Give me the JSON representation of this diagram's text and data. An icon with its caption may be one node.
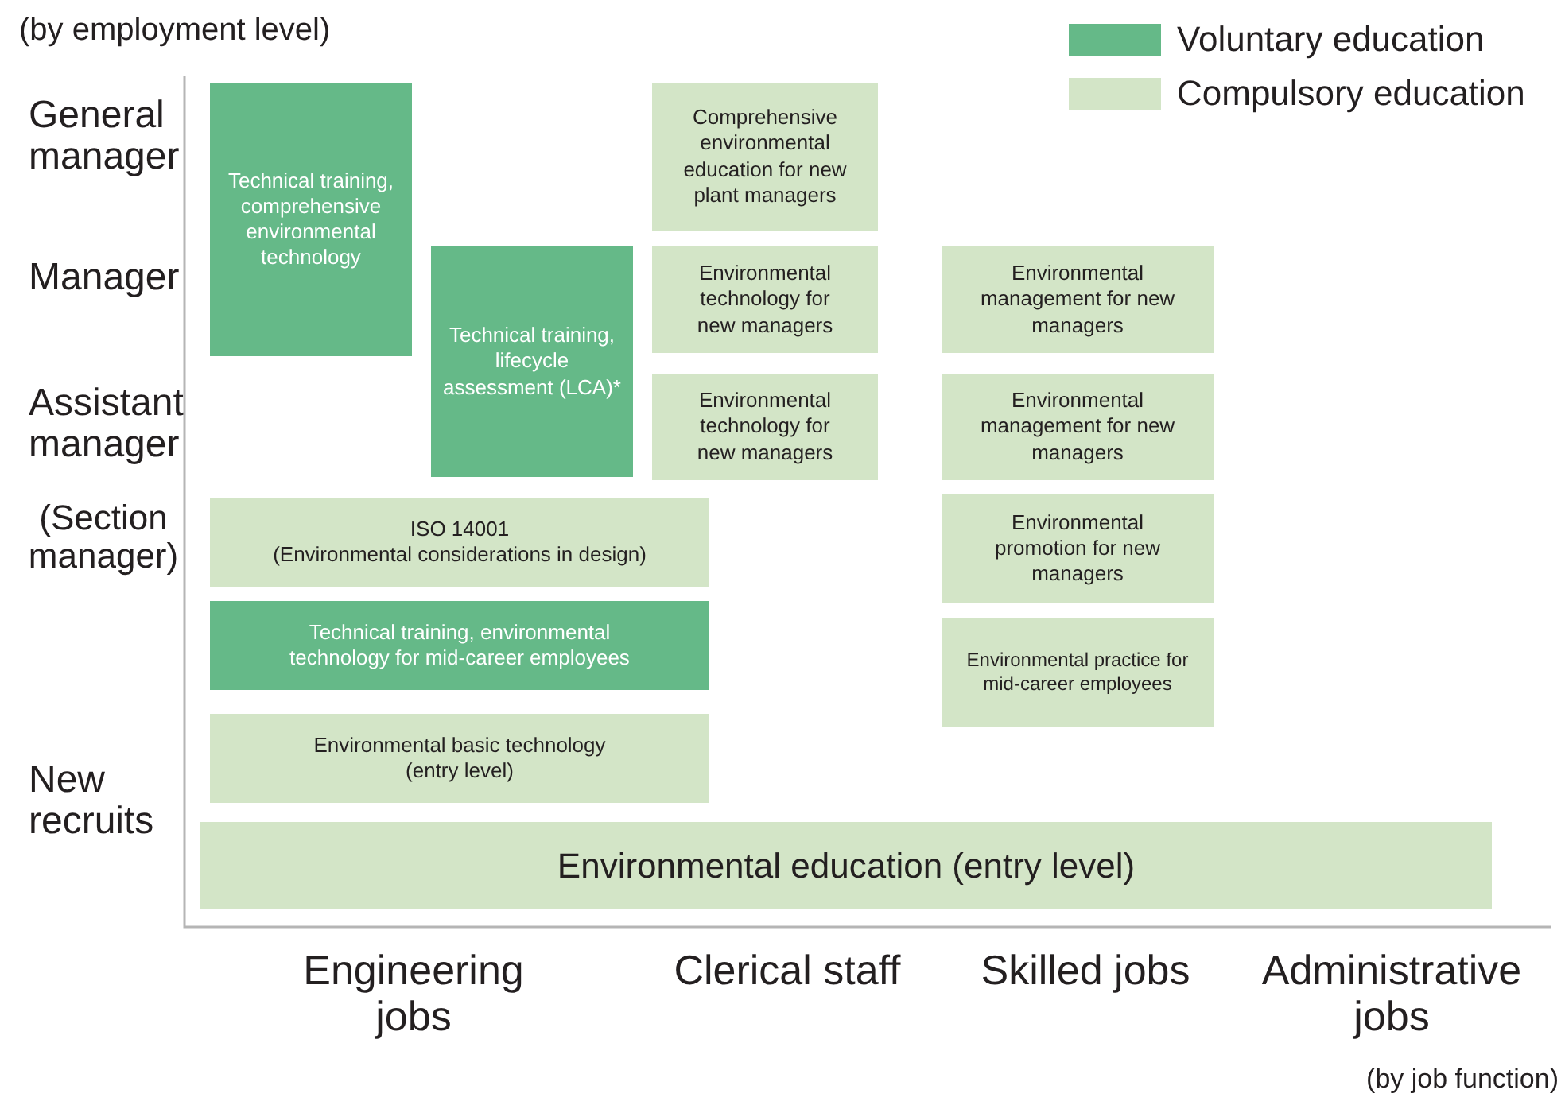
{
  "diagram": {
    "nodes": [
      {
        "text": [
          "Technical training, comprehensive environmental technology"
        ]
      },
      {
        "text": [
          "Technical training, lifecycle assessment (LCA)*"
        ]
      },
      {
        "text": [
          "Comprehensive environmental education for new plant managers"
        ]
      },
      {
        "text": [
          "Environmental technology for new managers"
        ]
      },
      {
        "text": [
          "Environmental management for new managers"
        ]
      },
      {
        "text": [
          "Environmental technology for new managers"
        ]
      },
      {
        "text": [
          "Environmental management for new managers"
        ]
      },
      {
        "text": [
          "ISO 14001",
          "(Environmental considerations in design)"
        ]
      },
      {
        "text": [
          "Environmental promotion for new managers"
        ]
      },
      {
        "text": [
          "Technical training, environmental technology for mid-career employees"
        ]
      },
      {
        "text": [
          "Environmental practice for mid-career employees"
        ]
      },
      {
        "text": [
          "Environmental basic technology",
          "(entry level)"
        ]
      },
      {
        "text": [
          "Environmental education (entry level)"
        ]
      }
    ],
    "labels": [
      "(by employment level)",
      "General manager",
      "Manager",
      "Assistant manager",
      "(Section manager)",
      "New recruits",
      "Engineering jobs",
      "Clerical staff",
      "Skilled jobs",
      "Administrative jobs",
      "(by job function)"
    ],
    "legend": [
      {
        "text": "Voluntary education",
        "color": "#65b988"
      },
      {
        "text": "Compulsory education",
        "color": "#d3e5c7"
      }
    ]
  }
}
